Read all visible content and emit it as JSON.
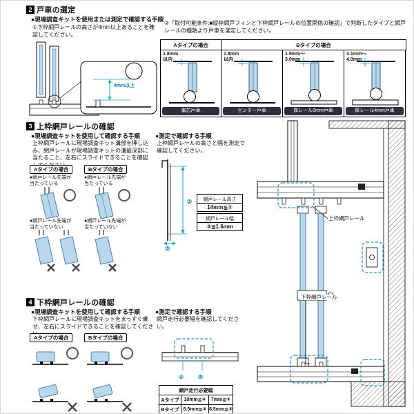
{
  "sec2": {
    "num": "2",
    "title": "戸車の選定",
    "procedure": "●現場調査キットを使用または測定で確認する手順",
    "step1": "①下枠網戸レールの高さが4mm以上あることを確認してください。",
    "step2": "②「取付可能条件:■縦枠網戸フィンと下枠網戸レールの位置関係の確認」で判断したタイプと網戸レールの種類より戸車を選定してください。",
    "dim4mm": "4mm以上",
    "colA": "Aタイプの場合",
    "colB": "Bタイプの場合",
    "rollers": [
      {
        "dim": "1.8mm\n以内",
        "label": "偏芯戸車"
      },
      {
        "dim": "1.8mm\n以内",
        "label": "センター戸車"
      },
      {
        "dim": "1.9mm～\n3.0mm",
        "label": "厚レール3mm戸車"
      },
      {
        "dim": "3.1mm～\n4.0mm",
        "label": "厚レール4mm戸車"
      }
    ]
  },
  "sec3": {
    "num": "3",
    "title": "上枠網戸レールの確認",
    "kit_proc": "●現場調査キットを使用して確認する手順",
    "kit_desc": "上枠網戸レールに現場調査キット溝部を挿し込み、網戸レールが現場調査キットの溝最深部に当たること、左右にスライドできることを確認してください。",
    "typeA": "Aタイプの場合",
    "typeB": "Bタイプの場合",
    "ok_label": "●網戸レール先端が\n当たっている",
    "ng_label": "●網戸レール先端が\n当たっていない",
    "measure_proc": "●測定で確認する手順",
    "measure_desc": "上枠網戸レールの高さと幅を測定で確認してください。",
    "dim2": "②",
    "dim3": "③",
    "box_height_title": "網戸レール高さ",
    "box_height_val": "14mm≦②",
    "box_width_title": "網戸レール幅",
    "box_width_val": "③≦1.6mm",
    "label_top_rail": "上枠網戸レール",
    "label_bottom_rail": "下枠網戸レール"
  },
  "sec4": {
    "num": "4",
    "title": "下枠網戸レールの確認",
    "kit_proc": "●現場調査キットを使用して確認する手順",
    "kit_desc": "下枠網戸レールに現場調査キットをまっすぐ乗せ、左右にスライドできることを確認してください。",
    "typeA": "Aタイプの場合",
    "typeB": "Bタイプの場合",
    "measure_proc": "●測定で確認する手順",
    "measure_desc": "網戸走行必要幅を確認してください。",
    "dim4": "④",
    "dim5": "⑤",
    "table": {
      "title": "網戸走行必要幅",
      "rows": [
        {
          "type": "Aタイプ",
          "v1": "10mm≦④",
          "v2": "7mm≦⑤"
        },
        {
          "type": "Bタイプ",
          "v1": "8.5mm≦④",
          "v2": "8.5mm≦⑤"
        }
      ]
    }
  }
}
